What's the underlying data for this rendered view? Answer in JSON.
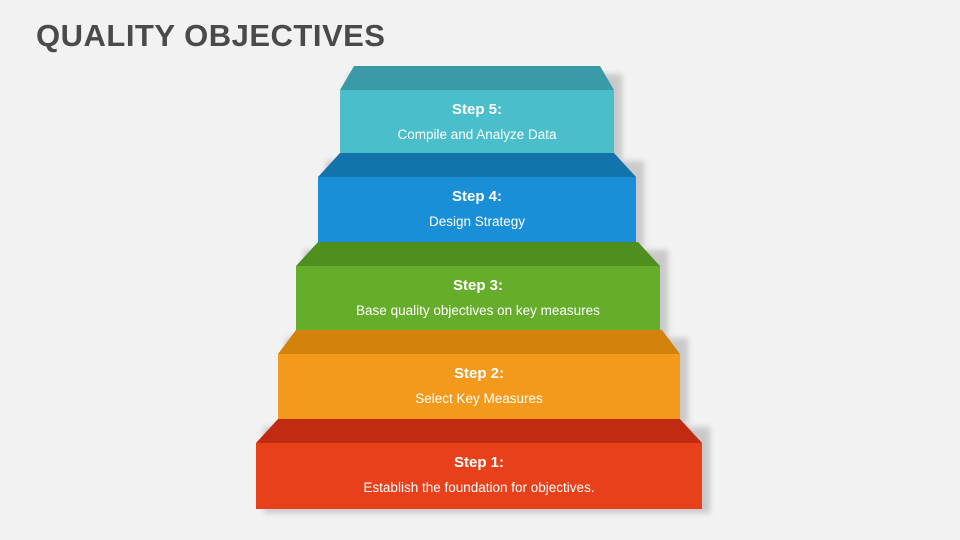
{
  "slide": {
    "title": "QUALITY OBJECTIVES",
    "background_color": "#f2f2f2",
    "title_color": "#4a4a4a"
  },
  "diagram": {
    "type": "stacked-steps-pyramid",
    "steps": [
      {
        "id": "step-5",
        "header": "Step 5:",
        "text": "Compile and Analyze Data",
        "top_color": "#3a9aa8",
        "face_color": "#4bbecb"
      },
      {
        "id": "step-4",
        "header": "Step 4:",
        "text": "Design Strategy",
        "top_color": "#1274ab",
        "face_color": "#1a8fd8"
      },
      {
        "id": "step-3",
        "header": "Step 3:",
        "text": "Base quality objectives on key measures",
        "top_color": "#4e8f1f",
        "face_color": "#67ad2c"
      },
      {
        "id": "step-2",
        "header": "Step 2:",
        "text": "Select Key Measures",
        "top_color": "#d3830c",
        "face_color": "#f39a1d"
      },
      {
        "id": "step-1",
        "header": "Step 1:",
        "text": "Establish the foundation for objectives.",
        "top_color": "#c02b12",
        "face_color": "#e8401a"
      }
    ]
  }
}
